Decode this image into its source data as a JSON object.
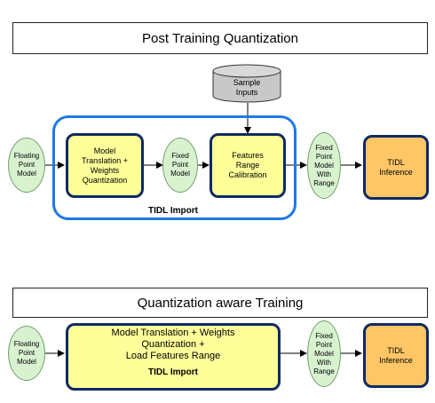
{
  "ptq": {
    "title": "Post Training Quantization",
    "floating_model": "Floating\nPoint\nModel",
    "model_translation": "Model\nTranslation +\nWeights\nQuantization",
    "fixed_point_model": "Fixed\nPoint\nModel",
    "features_range": "Features\nRange\nCalibration",
    "sample_inputs": "Sample\nInputs",
    "fixed_with_range": "Fixed\nPoint\nModel\nWith\nRange",
    "tidl_inference": "TIDL\nInference",
    "import_label": "TIDL Import"
  },
  "qat": {
    "title": "Quantization  aware Training",
    "floating_model": "Floating\nPoint\nModel",
    "import_box": "Model Translation + Weights\nQuantization +\nLoad Features Range",
    "import_label": "TIDL Import",
    "fixed_with_range": "Fixed\nPoint\nModel\nWith\nRange",
    "tidl_inference": "TIDL\nInference"
  },
  "colors": {
    "ellipse_fill": "#d8f2d0",
    "process_fill": "#ffff99",
    "inference_fill": "#ffc666",
    "import_frame": "#1f78e8",
    "box_border": "#0f2a63",
    "cylinder_fill": "#c8c8c8"
  }
}
